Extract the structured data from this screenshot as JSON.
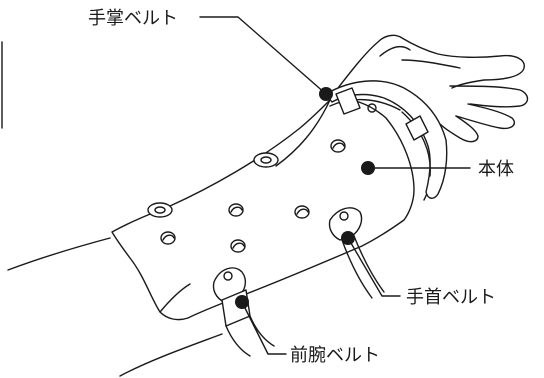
{
  "labels": {
    "palm_belt": "手掌ベルト",
    "body": "本体",
    "wrist_belt": "手首ベルト",
    "forearm_belt": "前腕ベルト"
  },
  "colors": {
    "line": "#1a1a1a",
    "background": "#ffffff",
    "dot": "#1a1a1a"
  }
}
